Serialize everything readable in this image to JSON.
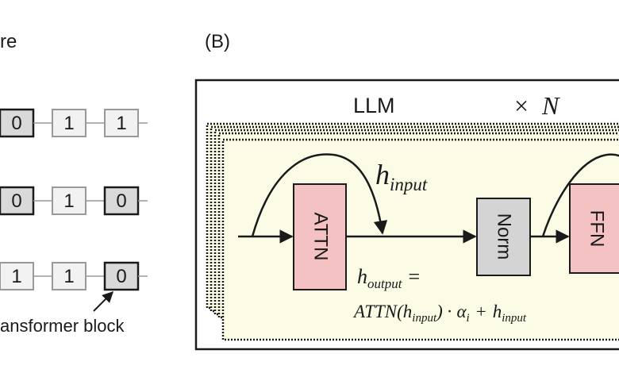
{
  "left_panel": {
    "title_fragment": "re",
    "rows": [
      [
        "0",
        "1",
        "1"
      ],
      [
        "0",
        "1",
        "0"
      ],
      [
        "1",
        "1",
        "0"
      ]
    ],
    "caption": "ansformer block"
  },
  "right_panel": {
    "label": "(B)",
    "model_label": "LLM",
    "repeat_times": "×",
    "repeat_var": "N",
    "attn_label": "ATTN",
    "norm_label": "Norm",
    "ffn_label": "FFN",
    "h_input": {
      "base": "h",
      "sub": "input"
    },
    "h_output": {
      "base": "h",
      "sub": "output",
      "equals": "="
    },
    "formula": {
      "fn": "ATTN(",
      "h1_base": "h",
      "h1_sub": "input",
      "close": ")",
      "dot": "·",
      "alpha": "α",
      "alpha_sub": "i",
      "plus": "+",
      "h2_base": "h",
      "h2_sub": "input"
    }
  },
  "colors": {
    "dark_block": "#d9d9d9",
    "light_block": "#f2f2f2",
    "panel_bg": "#fbfbe6",
    "attn_fill": "#f4c2c2",
    "ffn_fill": "#f4c2c2",
    "norm_fill": "#d4d4d4"
  }
}
